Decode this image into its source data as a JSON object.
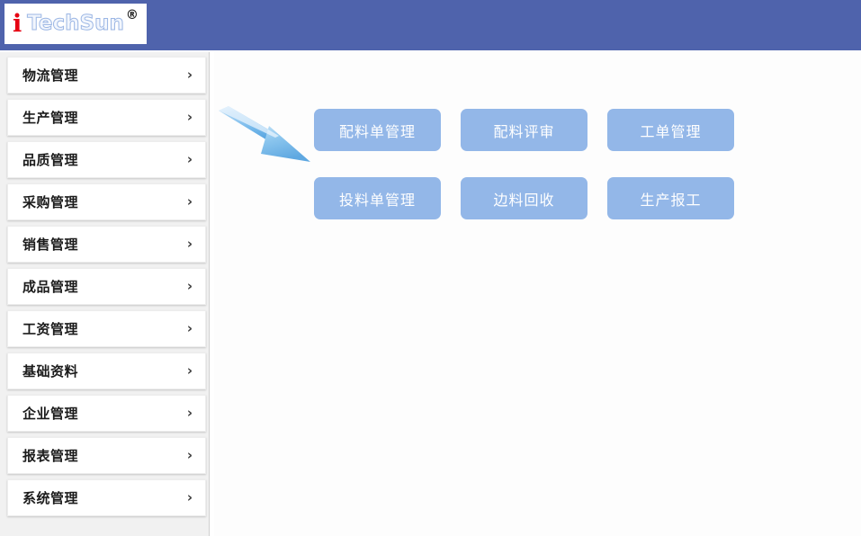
{
  "header": {
    "logo": {
      "initial": "i",
      "word": "TechSun",
      "registered_mark": "®"
    },
    "bar_color": "#4f63ac"
  },
  "sidebar": {
    "background_color": "#f1f1f1",
    "chevron_glyph": "›",
    "items": [
      {
        "label": "物流管理"
      },
      {
        "label": "生产管理"
      },
      {
        "label": "品质管理"
      },
      {
        "label": "采购管理"
      },
      {
        "label": "销售管理"
      },
      {
        "label": "成品管理"
      },
      {
        "label": "工资管理"
      },
      {
        "label": "基础资料"
      },
      {
        "label": "企业管理"
      },
      {
        "label": "报表管理"
      },
      {
        "label": "系统管理"
      }
    ]
  },
  "main": {
    "tile_color": "#93b7e8",
    "tile_text_color": "#ffffff",
    "rows": [
      [
        {
          "label": "配料单管理"
        },
        {
          "label": "配料评审"
        },
        {
          "label": "工单管理"
        }
      ],
      [
        {
          "label": "投料单管理"
        },
        {
          "label": "边料回收"
        },
        {
          "label": "生产报工"
        }
      ]
    ]
  },
  "annotation": {
    "arrow_color": "#8cc3ef",
    "arrow_direction": "down-right"
  }
}
